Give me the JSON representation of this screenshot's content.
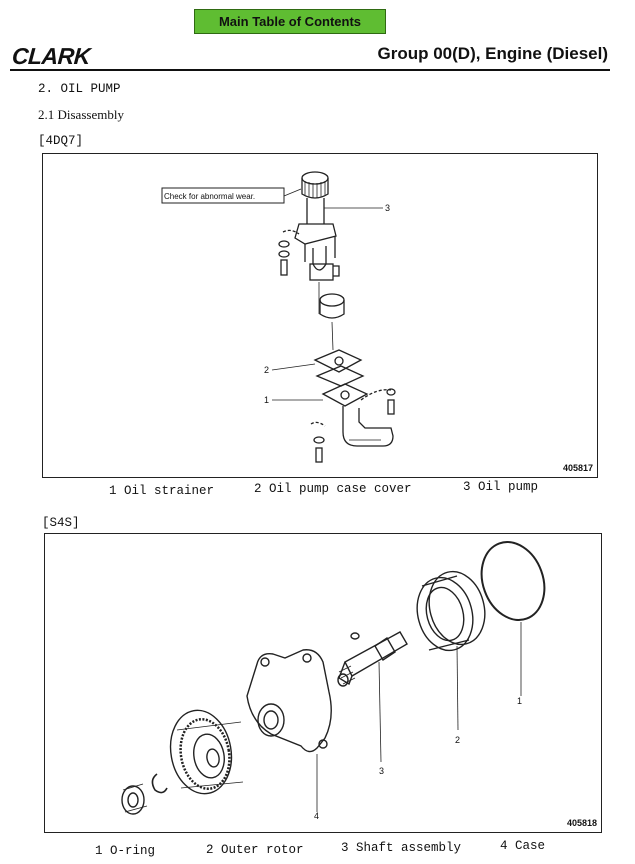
{
  "nav": {
    "toc_label": "Main Table of Contents"
  },
  "header": {
    "brand": "CLARK",
    "title": "Group 00(D), Engine (Diesel)"
  },
  "section": {
    "heading": "2. OIL PUMP",
    "subheading": "2.1 Disassembly"
  },
  "figure1": {
    "model": "[4DQ7]",
    "note": "Check for abnormal wear.",
    "callouts": [
      "1",
      "2",
      "3"
    ],
    "fig_number": "405817",
    "captions": [
      "1 Oil strainer",
      "2 Oil pump case cover",
      "3 Oil pump"
    ]
  },
  "figure2": {
    "model": "[S4S]",
    "callouts": [
      "1",
      "2",
      "3",
      "4"
    ],
    "fig_number": "405818",
    "captions": [
      "1 O-ring",
      "2 Outer rotor",
      "3 Shaft assembly",
      "4 Case"
    ]
  }
}
